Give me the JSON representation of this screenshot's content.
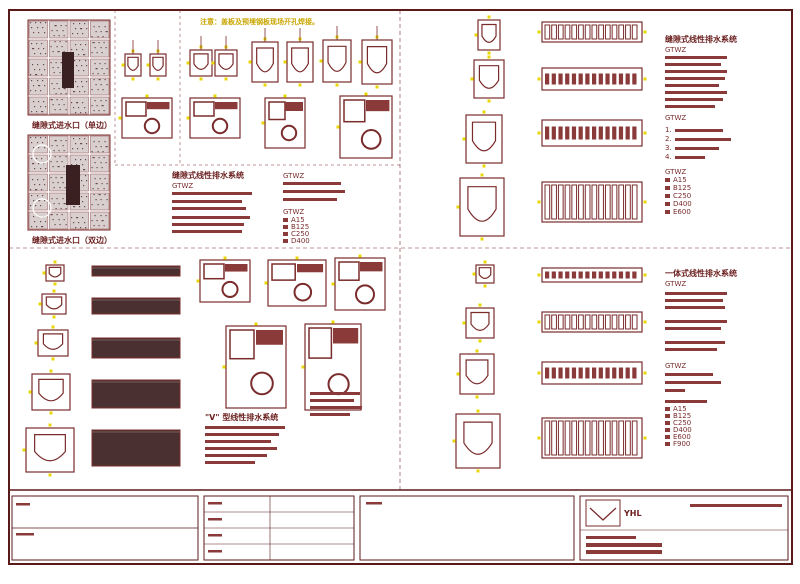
{
  "colors": {
    "line": "#7a2b2b",
    "fill_dark": "#8b3a3a",
    "dim_yellow": "#e8d800",
    "frame": "#5a1a1a"
  },
  "top_left": {
    "caption_1": "缝隙式进水口（单边）",
    "caption_2": "缝隙式进水口（双边）",
    "header_note": "注意：盖板及预埋钢板现场开孔焊接。",
    "system_title": "缝隙式线性排水系统",
    "model": "GTWZ",
    "grades_label": "GTWZ",
    "grades": [
      "A15",
      "B125",
      "C250",
      "D400"
    ]
  },
  "top_right": {
    "system_title": "缝隙式线性排水系统",
    "model_1": "GTWZ",
    "model_2": "GTWZ",
    "model_3": "GTWZ",
    "items": [
      "1.",
      "2.",
      "3.",
      "4."
    ],
    "grades": [
      "A15",
      "B125",
      "C250",
      "D400",
      "E600"
    ]
  },
  "bottom_left": {
    "caption": "\"V\" 型线性排水系统"
  },
  "bottom_right": {
    "system_title": "一体式线性排水系统",
    "model_1": "GTWZ",
    "model_2": "GTWZ",
    "grades": [
      "A15",
      "B125",
      "C250",
      "D400",
      "E600",
      "F900"
    ]
  },
  "title_block": {
    "logo_text": "YHL"
  }
}
